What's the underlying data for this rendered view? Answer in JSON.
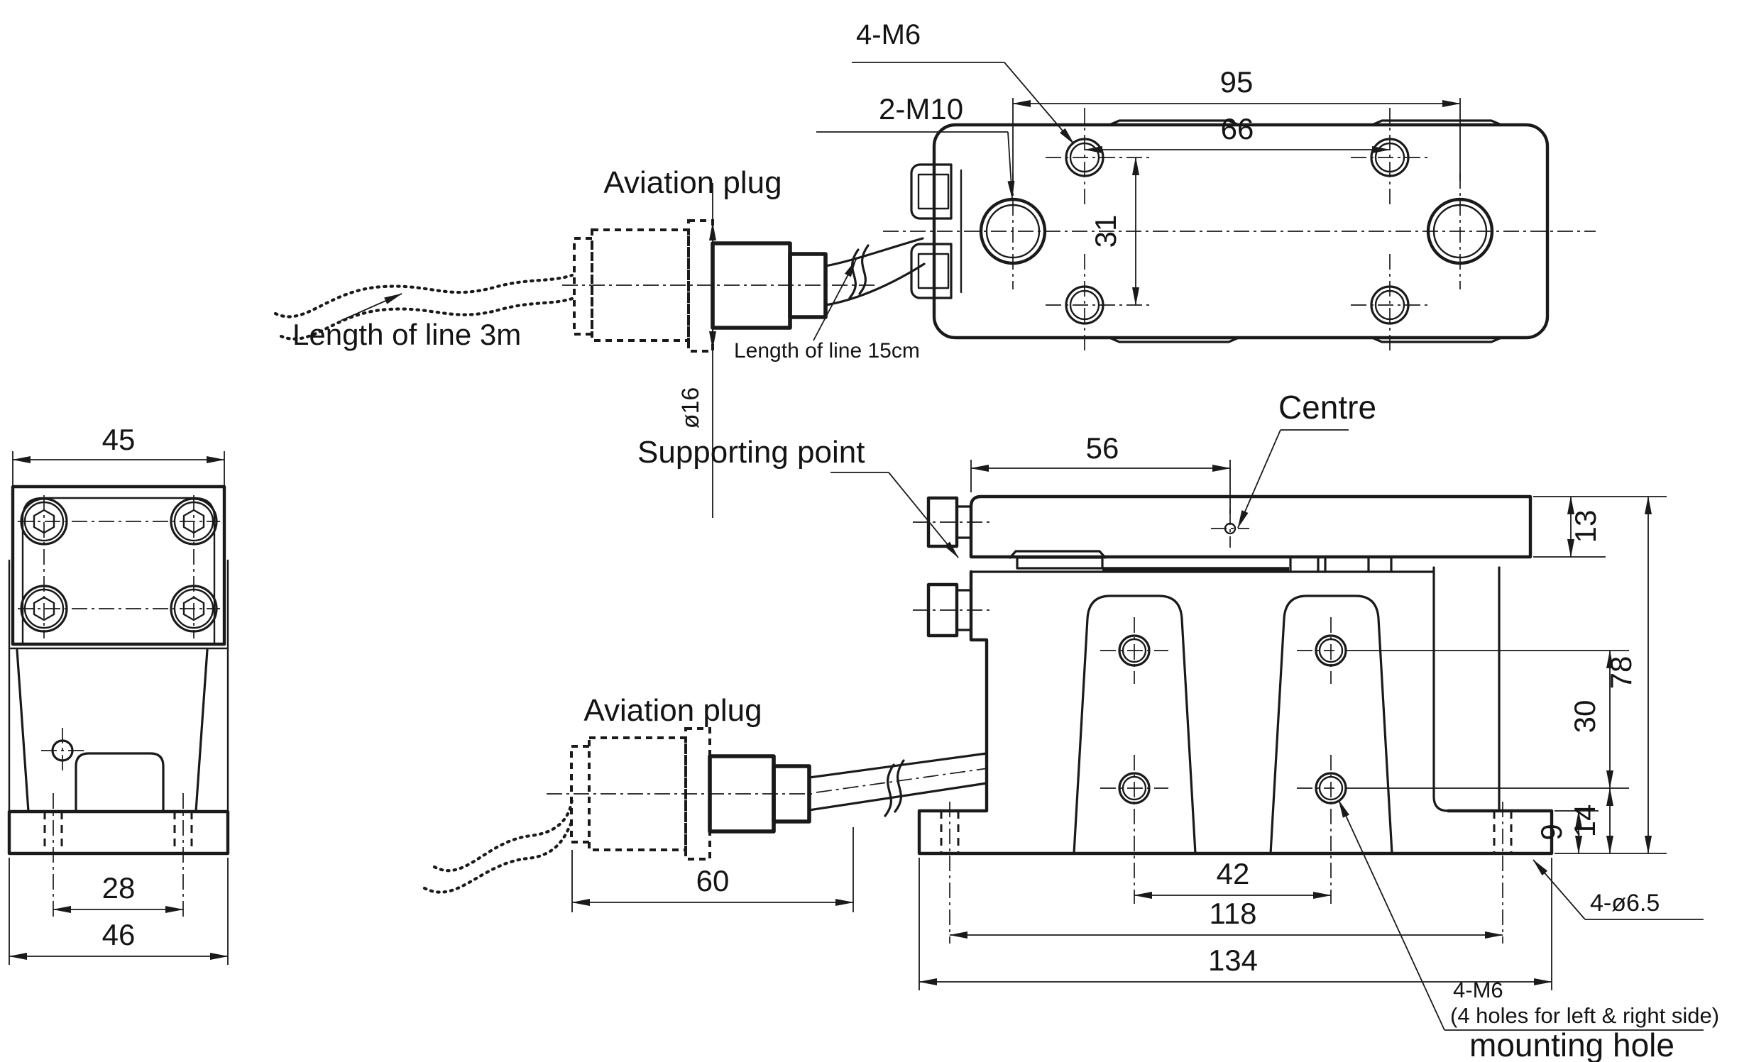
{
  "drawing": {
    "line_color": "#1a1a1a",
    "background": "#ffffff",
    "top_view": {
      "label_4m6": "4-M6",
      "label_2m10": "2-M10",
      "dim_hole_span": "95",
      "dim_hole_span_inner": "66",
      "dim_hole_vspan": "31",
      "plug_label": "Aviation plug",
      "cable_length_label": "Length of line 3m",
      "plug_dia_label": "ø16",
      "short_cable_label": "Length of line 15cm"
    },
    "left_view": {
      "dim_top_width": "45",
      "dim_hole_span": "28",
      "dim_base_width": "46"
    },
    "side_view": {
      "supporting_point_label": "Supporting point",
      "centre_label": "Centre",
      "plug_label": "Aviation plug",
      "dim_centre_offset": "56",
      "dim_plate_thickness": "13",
      "dim_total_height": "78",
      "dim_hole_vspan": "30",
      "dim_hole_to_base": "14",
      "dim_base_thickness": "9",
      "dim_plug_length": "60",
      "dim_hole_span": "42",
      "dim_base_hole_span": "118",
      "dim_base_length": "134",
      "base_hole_note": "4-ø6.5",
      "mount_note_line1": "4-M6",
      "mount_note_line2": "(4 holes for left & right side)",
      "mount_hole_label": "mounting hole"
    }
  }
}
